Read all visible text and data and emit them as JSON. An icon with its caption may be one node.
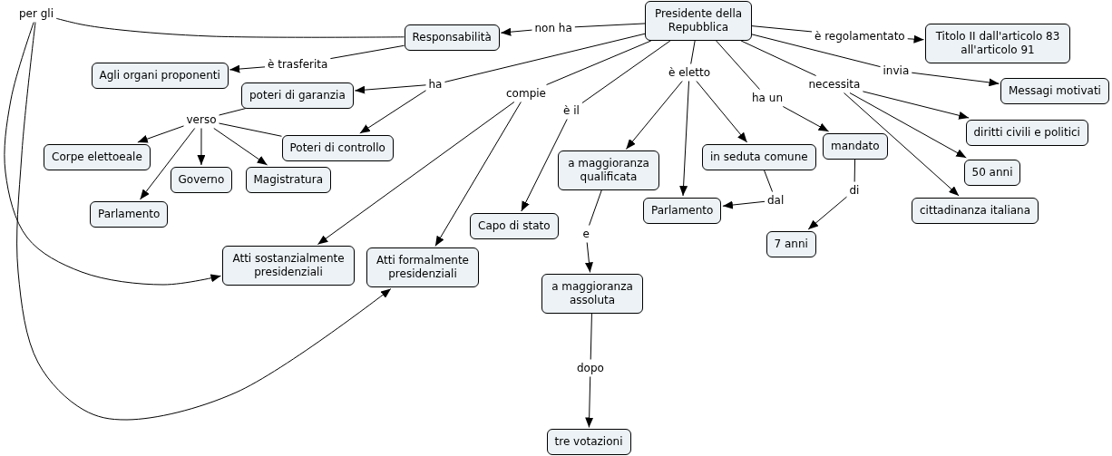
{
  "diagram": {
    "nodes": [
      {
        "text": [
          "per gli"
        ]
      },
      {
        "text": [
          "Presidente della Repubblica"
        ]
      },
      {
        "text": [
          "Responsabilità"
        ]
      },
      {
        "text": [
          "non ha"
        ]
      },
      {
        "text": [
          "è regolamentato"
        ]
      },
      {
        "text": [
          "Titolo II dall'articolo 83 all'articolo 91"
        ]
      },
      {
        "text": [
          "Agli organi proponenti"
        ]
      },
      {
        "text": [
          "è trasferita"
        ]
      },
      {
        "text": [
          "invia"
        ]
      },
      {
        "text": [
          "Messagi motivati"
        ]
      },
      {
        "text": [
          "è eletto"
        ]
      },
      {
        "text": [
          "poteri di garanzia"
        ]
      },
      {
        "text": [
          "ha"
        ]
      },
      {
        "text": [
          "necessita"
        ]
      },
      {
        "text": [
          "compie"
        ]
      },
      {
        "text": [
          "ha un"
        ]
      },
      {
        "text": [
          "è il"
        ]
      },
      {
        "text": [
          "verso"
        ]
      },
      {
        "text": [
          "diritti civili e politici"
        ]
      },
      {
        "text": [
          "mandato"
        ]
      },
      {
        "text": [
          "Poteri di controllo"
        ]
      },
      {
        "text": [
          "Corpe elettoeale"
        ]
      },
      {
        "text": [
          "in seduta comune"
        ]
      },
      {
        "text": [
          "a maggioranza qualificata"
        ]
      },
      {
        "text": [
          "50 anni"
        ]
      },
      {
        "text": [
          "Governo"
        ]
      },
      {
        "text": [
          "Magistratura"
        ]
      },
      {
        "text": [
          "di"
        ]
      },
      {
        "text": [
          "dal"
        ]
      },
      {
        "text": [
          "Parlamento"
        ]
      },
      {
        "text": [
          "Parlamento"
        ]
      },
      {
        "text": [
          "cittadinanza italiana"
        ]
      },
      {
        "text": [
          "Capo di stato"
        ]
      },
      {
        "text": [
          "e"
        ]
      },
      {
        "text": [
          "7 anni"
        ]
      },
      {
        "text": [
          "Atti sostanzialmente presidenziali"
        ]
      },
      {
        "text": [
          "Atti formalmente presidenziali"
        ]
      },
      {
        "text": [
          "a maggioranza assoluta"
        ]
      },
      {
        "text": [
          "dopo"
        ]
      },
      {
        "text": [
          "tre votazioni"
        ]
      }
    ],
    "edges": [
      {
        "from": 1,
        "to": 3,
        "arrow": "none"
      },
      {
        "from": 3,
        "to": 2,
        "arrow": "to"
      },
      {
        "from": 2,
        "to": 7,
        "arrow": "none"
      },
      {
        "from": 7,
        "to": 6,
        "arrow": "to"
      },
      {
        "from": 2,
        "to": 0,
        "arrow": "none"
      },
      {
        "from": 0,
        "to": 35,
        "arrow": "to"
      },
      {
        "from": 0,
        "to": 36,
        "arrow": "to"
      },
      {
        "from": 1,
        "to": 12,
        "arrow": "none"
      },
      {
        "from": 12,
        "to": 11,
        "arrow": "to"
      },
      {
        "from": 12,
        "to": 20,
        "arrow": "to"
      },
      {
        "from": 11,
        "to": 17,
        "arrow": "none"
      },
      {
        "from": 20,
        "to": 17,
        "arrow": "none"
      },
      {
        "from": 17,
        "to": 21,
        "arrow": "to"
      },
      {
        "from": 17,
        "to": 25,
        "arrow": "to"
      },
      {
        "from": 17,
        "to": 26,
        "arrow": "to"
      },
      {
        "from": 17,
        "to": 30,
        "arrow": "to"
      },
      {
        "from": 1,
        "to": 14,
        "arrow": "none"
      },
      {
        "from": 14,
        "to": 35,
        "arrow": "to"
      },
      {
        "from": 14,
        "to": 36,
        "arrow": "to"
      },
      {
        "from": 1,
        "to": 16,
        "arrow": "none"
      },
      {
        "from": 16,
        "to": 32,
        "arrow": "to"
      },
      {
        "from": 1,
        "to": 10,
        "arrow": "none"
      },
      {
        "from": 10,
        "to": 23,
        "arrow": "to"
      },
      {
        "from": 10,
        "to": 29,
        "arrow": "to"
      },
      {
        "from": 10,
        "to": 22,
        "arrow": "to"
      },
      {
        "from": 23,
        "to": 33,
        "arrow": "none"
      },
      {
        "from": 33,
        "to": 37,
        "arrow": "to"
      },
      {
        "from": 37,
        "to": 38,
        "arrow": "none"
      },
      {
        "from": 38,
        "to": 39,
        "arrow": "to"
      },
      {
        "from": 22,
        "to": 28,
        "arrow": "none"
      },
      {
        "from": 28,
        "to": 29,
        "arrow": "to"
      },
      {
        "from": 1,
        "to": 15,
        "arrow": "none"
      },
      {
        "from": 15,
        "to": 19,
        "arrow": "to"
      },
      {
        "from": 19,
        "to": 27,
        "arrow": "none"
      },
      {
        "from": 27,
        "to": 34,
        "arrow": "to"
      },
      {
        "from": 1,
        "to": 13,
        "arrow": "none"
      },
      {
        "from": 13,
        "to": 18,
        "arrow": "to"
      },
      {
        "from": 13,
        "to": 24,
        "arrow": "to"
      },
      {
        "from": 13,
        "to": 31,
        "arrow": "to"
      },
      {
        "from": 1,
        "to": 4,
        "arrow": "none"
      },
      {
        "from": 4,
        "to": 5,
        "arrow": "to"
      },
      {
        "from": 1,
        "to": 8,
        "arrow": "none"
      },
      {
        "from": 8,
        "to": 9,
        "arrow": "to"
      }
    ]
  }
}
